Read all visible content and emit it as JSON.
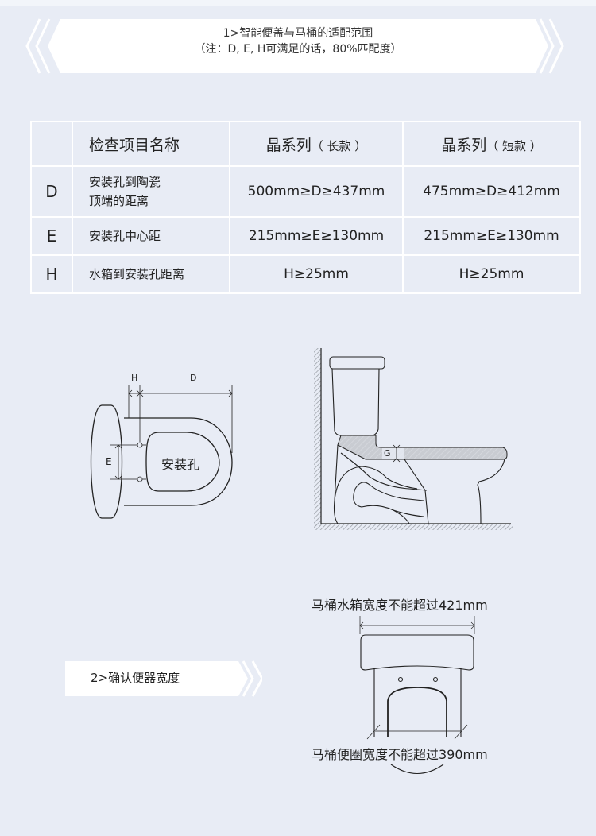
{
  "section1": {
    "title": "1>智能便盖与马桶的适配范围",
    "note": "（注：D, E, H可满足的话，80%匹配度）"
  },
  "table": {
    "headers": [
      "",
      "检查项目名称",
      "晶系列",
      "（长款）",
      "晶系列",
      "（短款）"
    ],
    "header_cols": [
      {
        "label": ""
      },
      {
        "label": "检查项目名称"
      },
      {
        "main": "晶系列",
        "sub": "（ 长款 ）"
      },
      {
        "main": "晶系列",
        "sub": "（ 短款 ）"
      }
    ],
    "rows": [
      {
        "letter": "D",
        "item_line1": "安装孔到陶瓷",
        "item_line2": "顶端的距离",
        "long": "500mm≥D≥437mm",
        "short": "475mm≥D≥412mm"
      },
      {
        "letter": "E",
        "item_line1": "安装孔中心距",
        "item_line2": "",
        "long": "215mm≥E≥130mm",
        "short": "215mm≥E≥130mm"
      },
      {
        "letter": "H",
        "item_line1": "水箱到安装孔距离",
        "item_line2": "",
        "long": "H≥25mm",
        "short": "H≥25mm"
      }
    ]
  },
  "diagram_top_view": {
    "label_h": "H",
    "label_d": "D",
    "label_e": "E",
    "label_hole": "安装孔"
  },
  "diagram_side_view": {
    "label_g": "G"
  },
  "section2": {
    "title": "2>确认便器宽度"
  },
  "diagram_width": {
    "tank_width_label": "马桶水箱宽度不能超过421mm",
    "seat_width_label": "马桶便圈宽度不能超过390mm"
  },
  "colors": {
    "background": "#e8ecf5",
    "banner": "#ffffff",
    "line": "#222222",
    "hatch": "#a0a4ab"
  }
}
